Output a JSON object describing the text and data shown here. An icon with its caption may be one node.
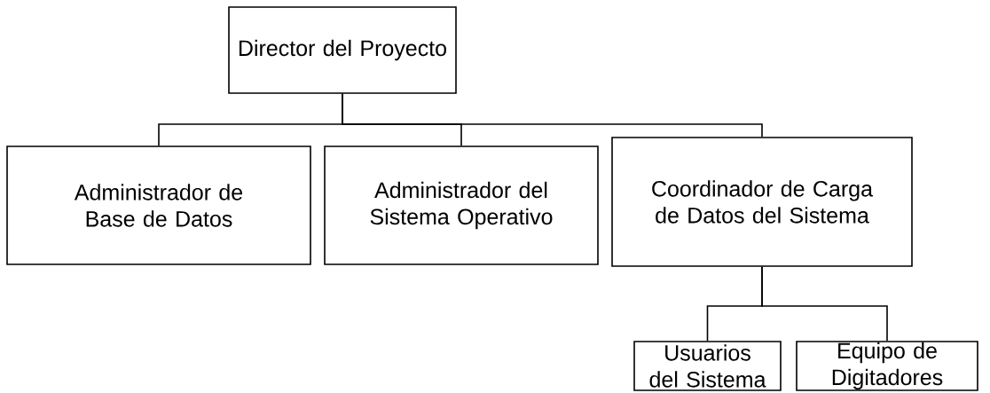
{
  "diagram": {
    "nodes": [
      {
        "text": [
          "Director del Proyecto"
        ]
      },
      {
        "text": [
          "Administrador de Base de Datos"
        ]
      },
      {
        "text": [
          "Administrador del Sistema Operativo"
        ]
      },
      {
        "text": [
          "Coordinador de Carga de Datos del Sistema"
        ]
      },
      {
        "text": [
          "Usuarios del Sistema"
        ]
      },
      {
        "text": [
          "Equipo de Digitadores"
        ]
      }
    ],
    "edges": [
      {
        "from": 0,
        "to": 1,
        "arrow": "none"
      },
      {
        "from": 0,
        "to": 2,
        "arrow": "none"
      },
      {
        "from": 0,
        "to": 3,
        "arrow": "none"
      },
      {
        "from": 3,
        "to": 4,
        "arrow": "none"
      },
      {
        "from": 3,
        "to": 5,
        "arrow": "none"
      }
    ]
  }
}
